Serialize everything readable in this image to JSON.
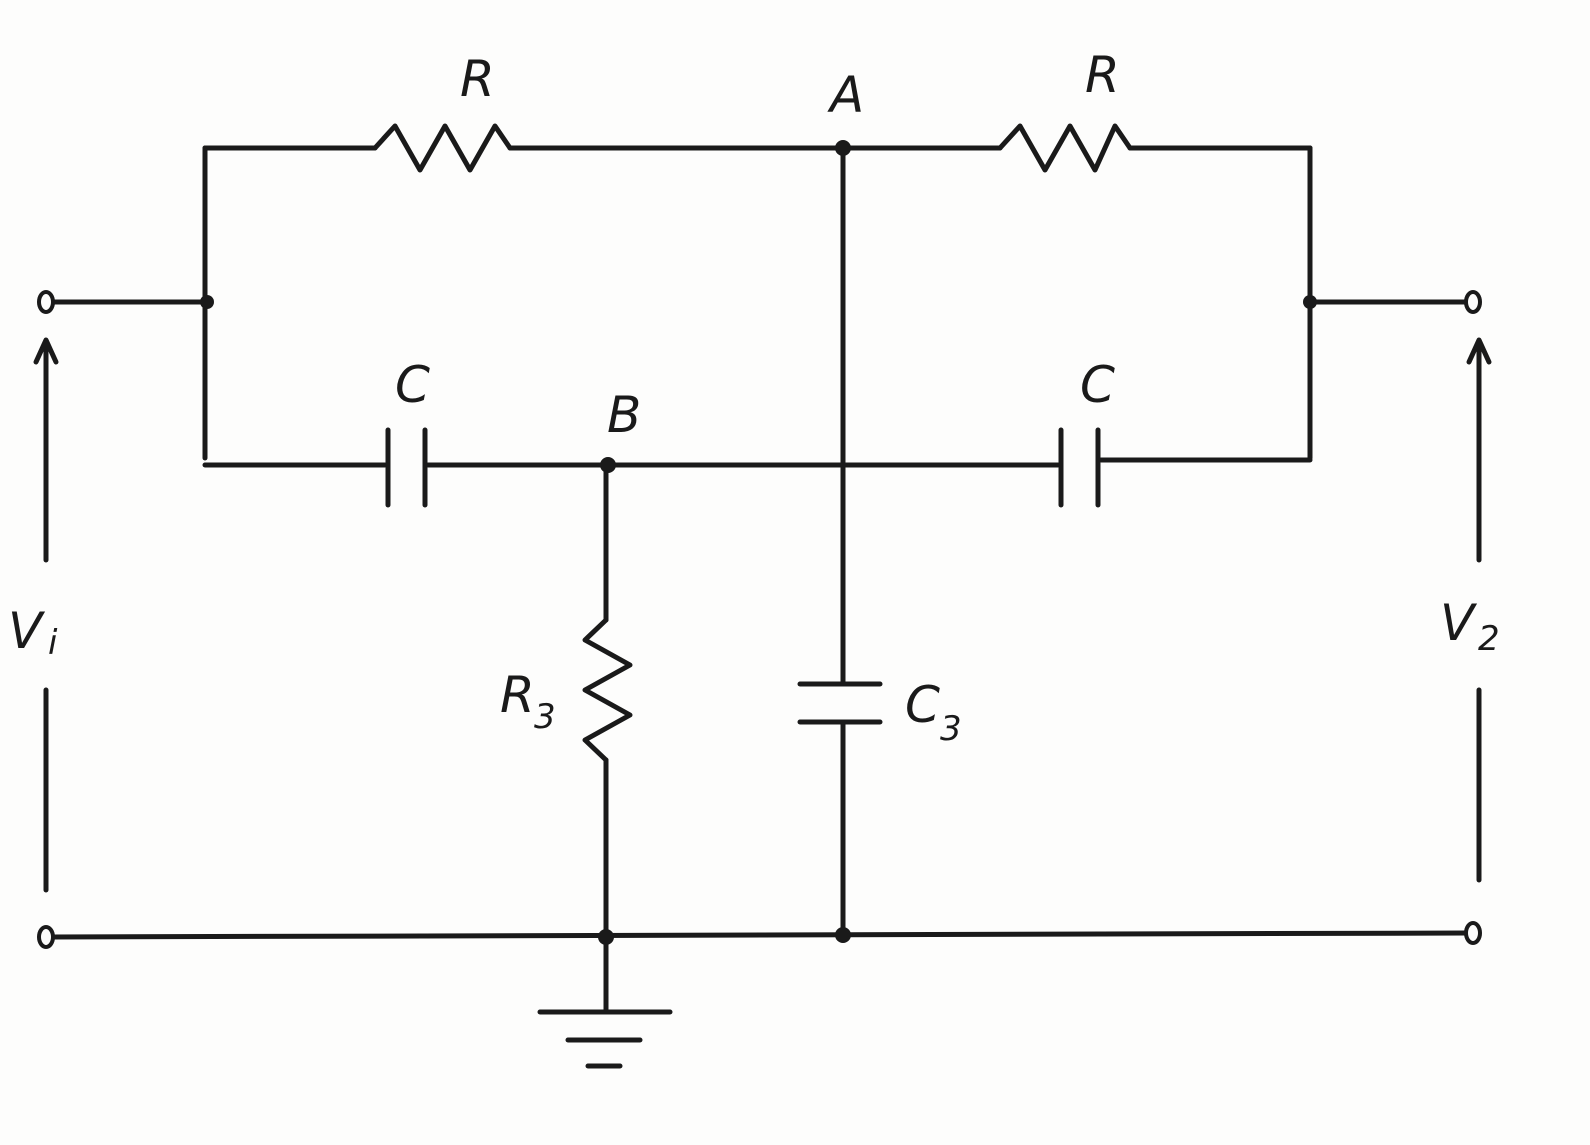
{
  "diagram": {
    "title": "",
    "labels": {
      "resistor_left": "R",
      "resistor_right": "R",
      "node_a": "A",
      "node_b": "B",
      "capacitor_left": "C",
      "capacitor_right": "C",
      "r3_main": "R",
      "r3_sub": "3",
      "c3_main": "C",
      "c3_sub": "3",
      "vin_main": "V",
      "vin_sub": "i",
      "vout_main": "V",
      "vout_sub": "2"
    },
    "colors": {
      "ink": "#1a1a1a",
      "paper": "#fdfdfc"
    }
  }
}
